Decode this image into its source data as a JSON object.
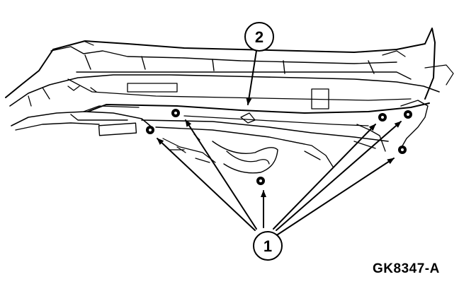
{
  "figure": {
    "figure_id": "GK8347-A",
    "callouts": [
      {
        "label": "1",
        "target_count": 6
      },
      {
        "label": "2",
        "target_count": 1
      }
    ],
    "colors": {
      "ink": "#000000",
      "background": "#ffffff"
    }
  }
}
